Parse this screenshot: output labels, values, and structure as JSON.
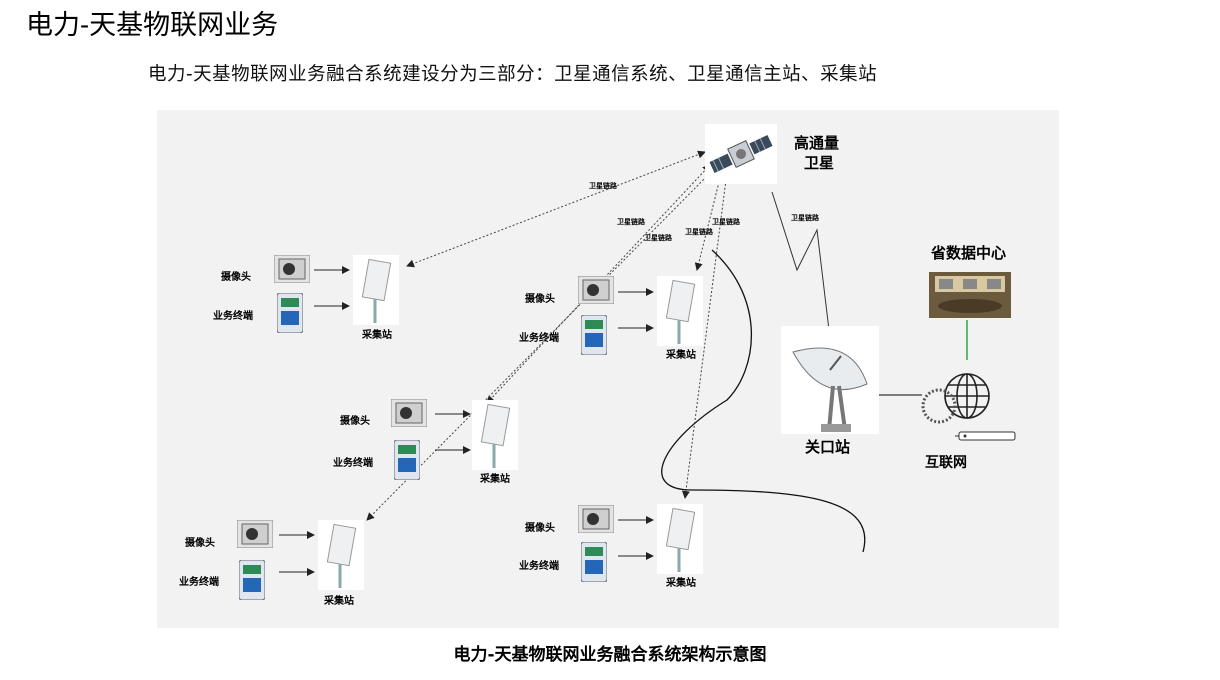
{
  "header": {
    "title": "电力-天基物联网业务",
    "subtitle": "电力-天基物联网业务融合系统建设分为三部分：卫星通信系统、卫星通信主站、采集站"
  },
  "diagram": {
    "caption": "电力-天基物联网业务融合系统架构示意图",
    "satellite_label_line1": "高通量",
    "satellite_label_line2": "卫星",
    "gateway_label": "关口站",
    "internet_label": "互联网",
    "data_center_label": "省数据中心",
    "sat_link": "卫星链路",
    "camera_label": "摄像头",
    "terminal_label": "业务终端",
    "station_label": "采集站"
  }
}
